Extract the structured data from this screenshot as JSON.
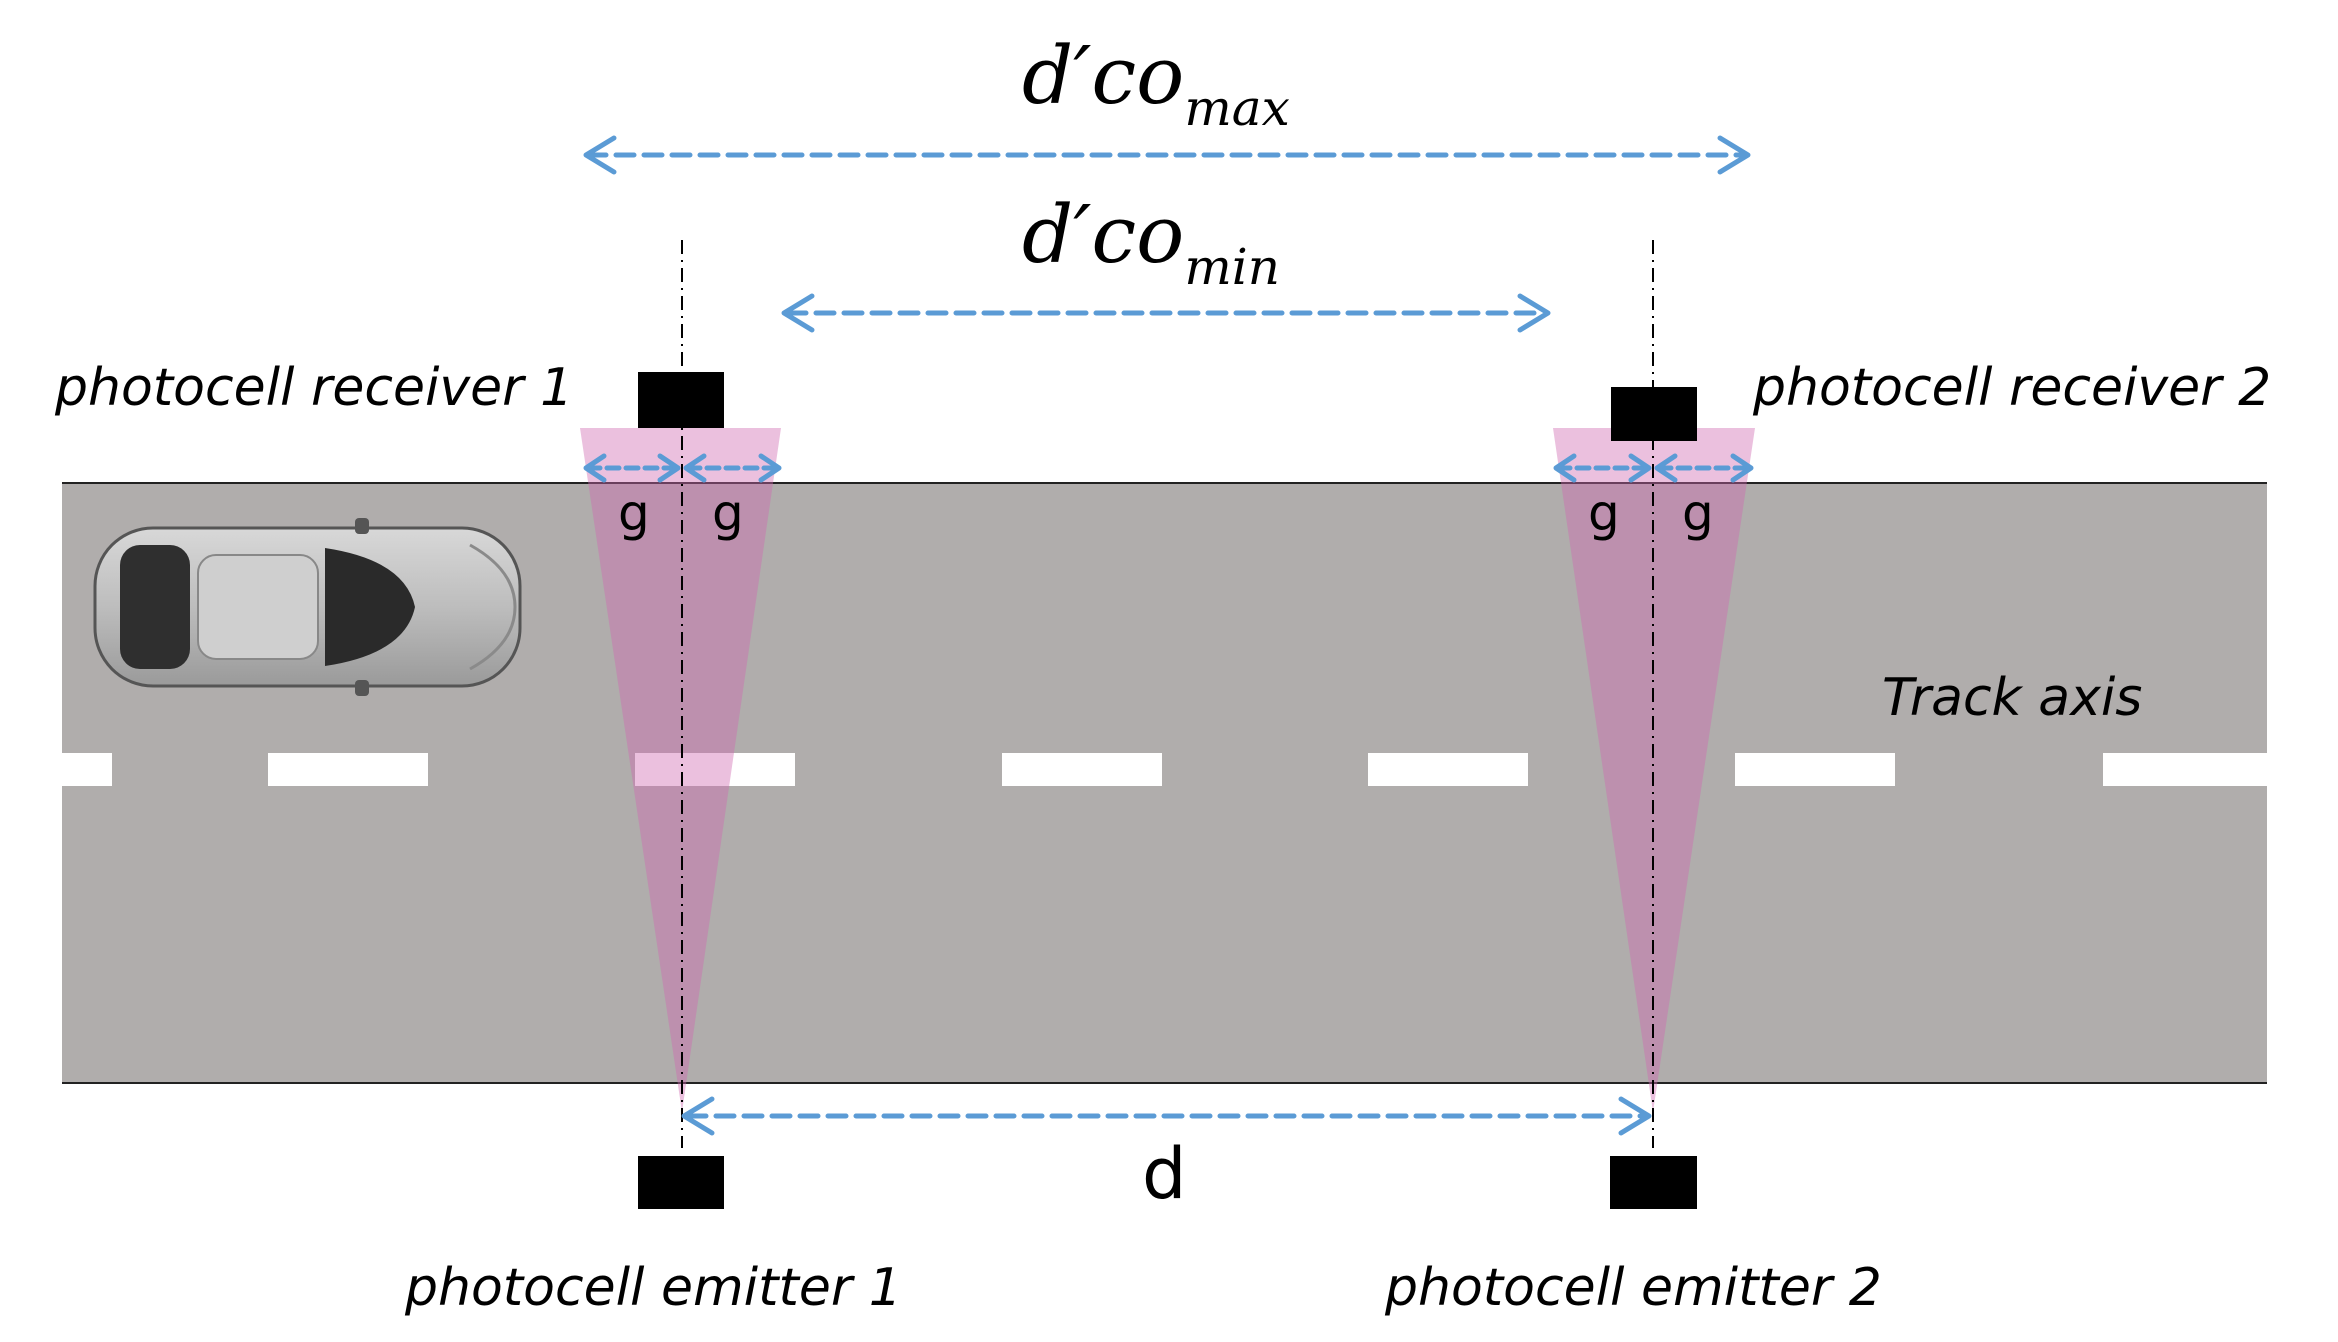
{
  "colors": {
    "road": "#b0adac",
    "road_edge": "#222222",
    "lane_mark": "#ffffff",
    "beam": "#d06ab0",
    "arrow": "#5b9bd5",
    "device": "#000000"
  },
  "labels": {
    "receiver_1": "photocell receiver 1",
    "receiver_2": "photocell receiver 2",
    "emitter_1": "photocell emitter 1",
    "emitter_2": "photocell emitter 2",
    "track_axis": "Track axis",
    "gap": "g",
    "distance": "d",
    "dco_max_main": "d′co",
    "dco_max_sub": "max",
    "dco_min_main": "d′co",
    "dco_min_sub": "min"
  },
  "icons": {
    "vehicle": "car-top-view-icon"
  }
}
